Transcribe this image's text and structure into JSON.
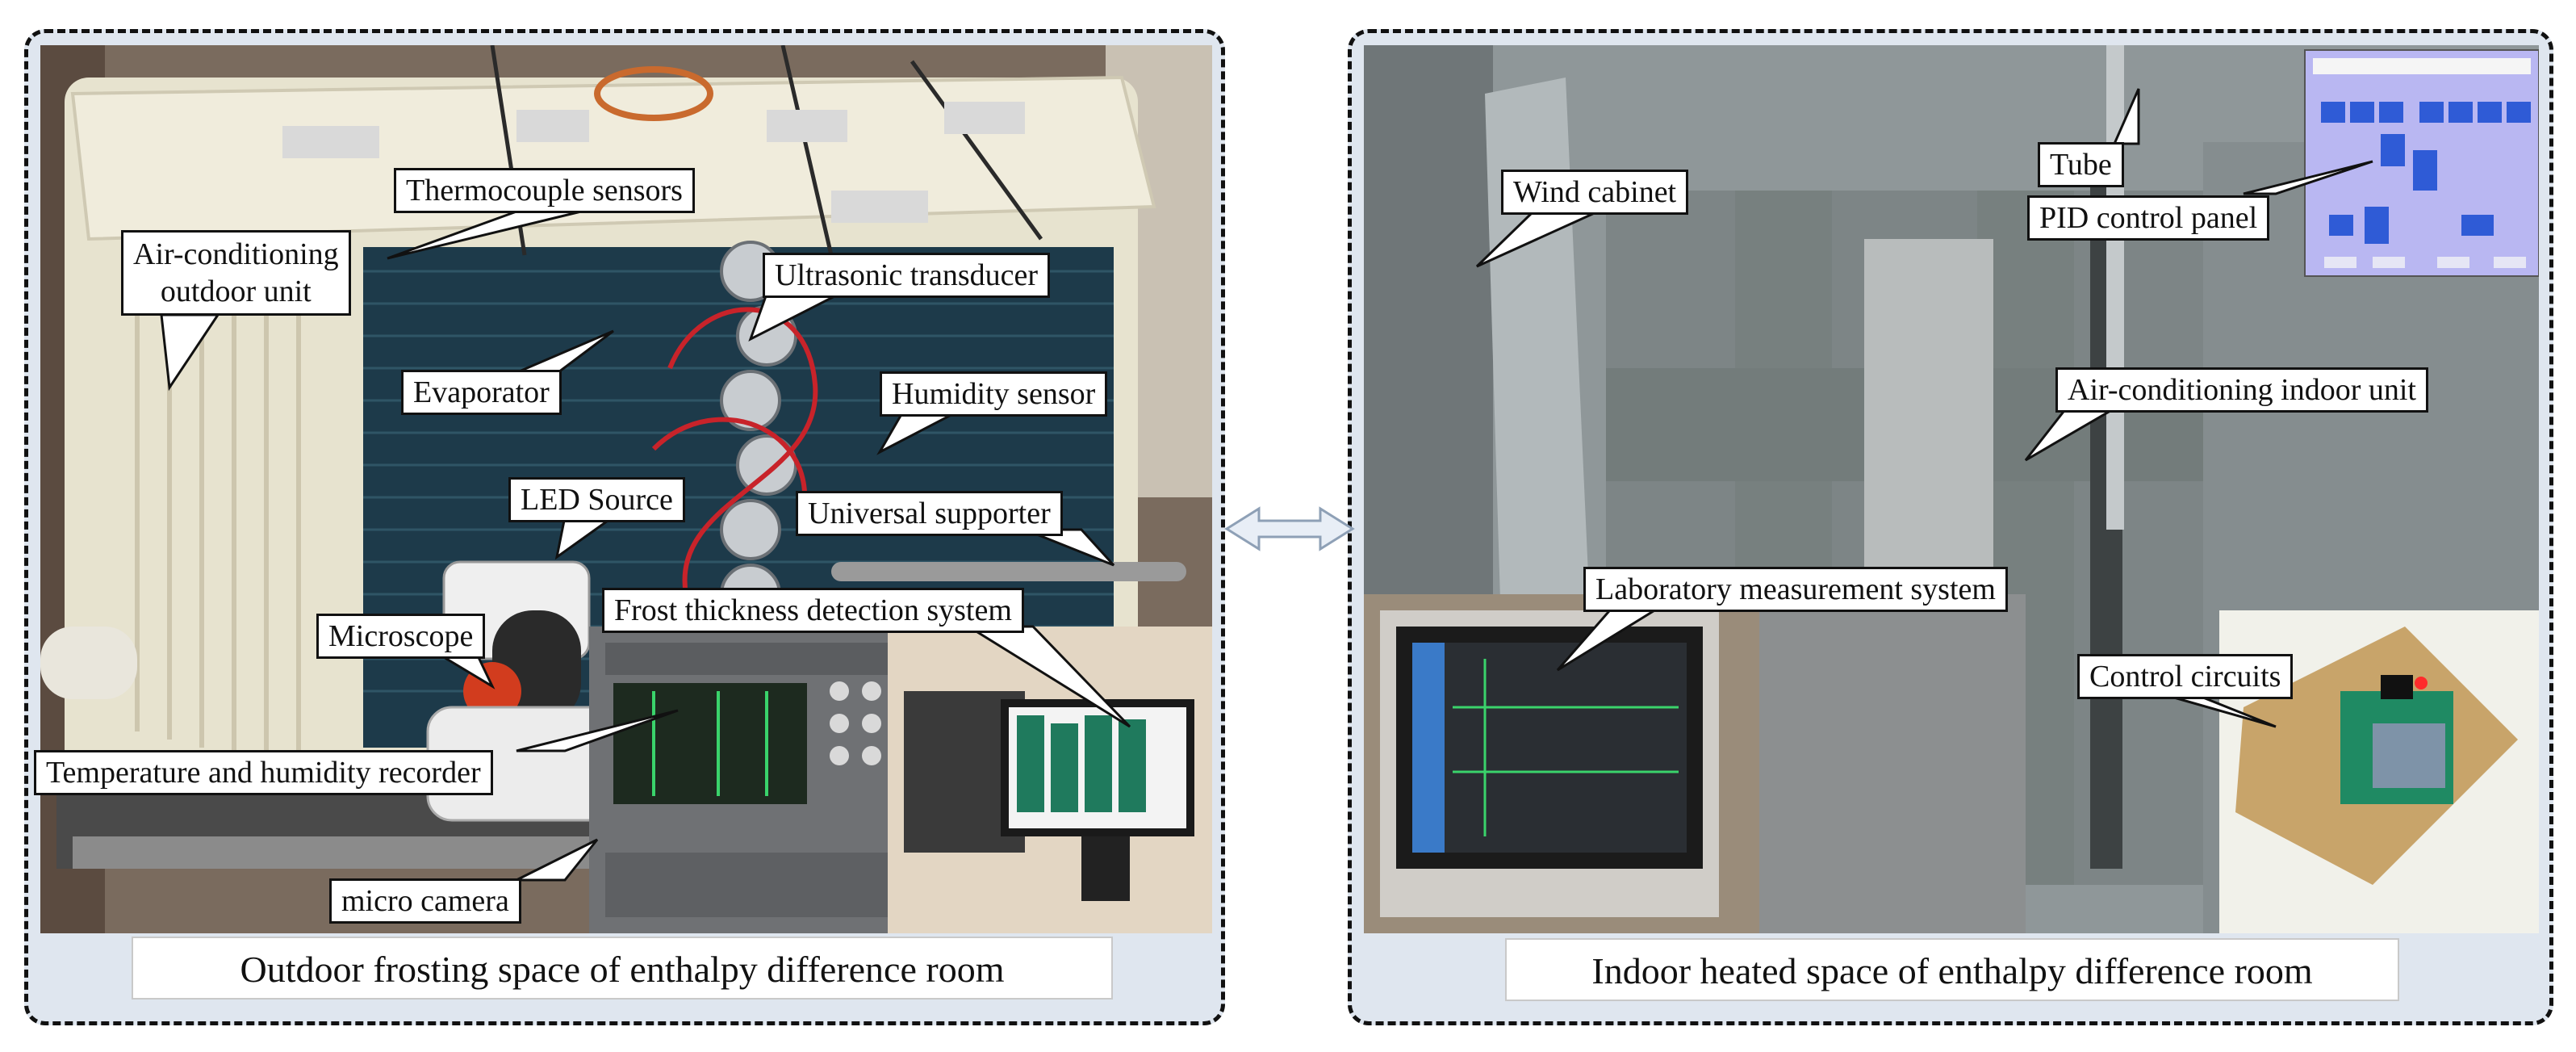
{
  "left_panel": {
    "caption": "Outdoor frosting space of enthalpy difference room",
    "labels": {
      "thermocouple": "Thermocouple sensors",
      "ac_outdoor": [
        "Air-conditioning",
        "outdoor unit"
      ],
      "ultrasonic": "Ultrasonic transducer",
      "evaporator": "Evaporator",
      "humidity": "Humidity sensor",
      "led": "LED Source",
      "universal": "Universal supporter",
      "frost": "Frost thickness detection system",
      "microscope": "Microscope",
      "recorder": "Temperature and humidity recorder",
      "camera": "micro camera"
    }
  },
  "right_panel": {
    "caption": "Indoor heated space of enthalpy difference room",
    "labels": {
      "wind": "Wind cabinet",
      "tube": "Tube",
      "pid": "PID control panel",
      "ac_indoor": "Air-conditioning indoor unit",
      "lab": "Laboratory measurement system",
      "control": "Control circuits"
    }
  },
  "colors": {
    "panel_bg": "#dfe6ef",
    "outdoor_unit": "#e7e3cf",
    "coil": "#1d3a4a",
    "indoor_wall": "#8d9596",
    "duct_tape": "#77807f",
    "pid_panel": "#b9b7f2",
    "cardboard": "#c8a46a"
  }
}
